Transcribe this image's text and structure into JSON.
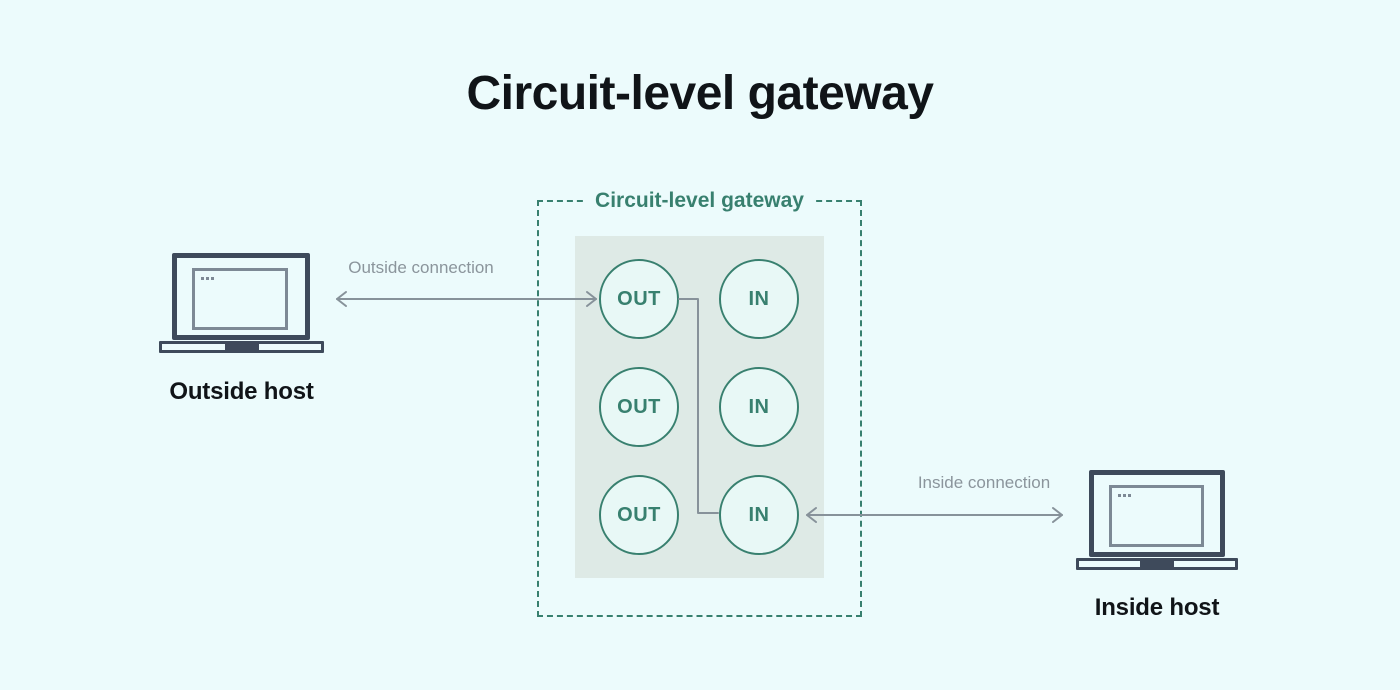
{
  "title": "Circuit-level gateway",
  "gateway": {
    "label": "Circuit-level gateway",
    "out_nodes": [
      "OUT",
      "OUT",
      "OUT"
    ],
    "in_nodes": [
      "IN",
      "IN",
      "IN"
    ]
  },
  "hosts": {
    "outside": {
      "label": "Outside host"
    },
    "inside": {
      "label": "Inside host"
    }
  },
  "connections": {
    "outside": {
      "label": "Outside connection"
    },
    "inside": {
      "label": "Inside connection"
    }
  },
  "colors": {
    "page-bg": "#ecfbfc",
    "teal": "#38806f",
    "panel-bg": "#deeae6",
    "node-bg": "#e8f8f6",
    "arrow-gray": "#87929a",
    "label-gray": "#8b959c",
    "laptop-dark": "#3e4a5b",
    "laptop-gray": "#7d8995",
    "ink": "#101418"
  }
}
